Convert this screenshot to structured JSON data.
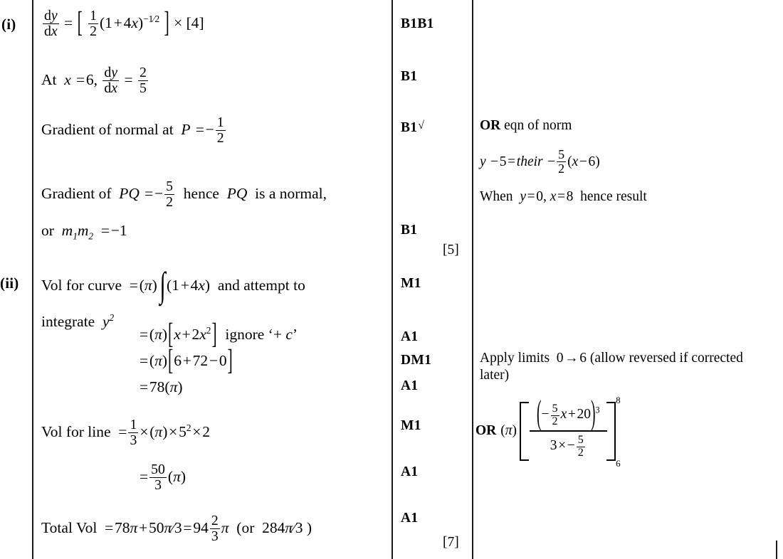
{
  "document": {
    "type": "mark-scheme",
    "parts": [
      {
        "label": "(i)",
        "total": "[5]",
        "lines": [
          {
            "id": "i-l1",
            "text": "dy/dx = [ 1/2 (1 + 4x)^(-1/2) ] × [4]"
          },
          {
            "id": "i-l2",
            "text": "At x = 6, dy/dx = 2/5"
          },
          {
            "id": "i-l3",
            "text": "Gradient of normal at P = -1/2"
          },
          {
            "id": "i-l4",
            "text": "Gradient of PQ = -5/2 hence PQ is a normal,"
          },
          {
            "id": "i-l5",
            "text": "or m₁m₂ = -1"
          }
        ],
        "marks": [
          {
            "id": "i-m1",
            "label": "B1B1"
          },
          {
            "id": "i-m2",
            "label": "B1"
          },
          {
            "id": "i-m3",
            "label": "B1",
            "tick": "√"
          },
          {
            "id": "i-m4",
            "label": "B1"
          }
        ],
        "notes": [
          {
            "id": "i-n1",
            "bold": "OR",
            "text": " eqn of norm"
          },
          {
            "id": "i-n2",
            "text": "y - 5 = their - 5/2 (x - 6)"
          },
          {
            "id": "i-n3",
            "text": "When y = 0, x = 8 hence result"
          }
        ]
      },
      {
        "label": "(ii)",
        "total": "[7]",
        "lines": [
          {
            "id": "ii-l1",
            "text": "Vol for curve = (π) ∫(1 + 4x) and attempt to"
          },
          {
            "id": "ii-l2",
            "text": "integrate y²"
          },
          {
            "id": "ii-l3",
            "text": "= (π)[x + 2x²] ignore '+ c'"
          },
          {
            "id": "ii-l4",
            "text": "= (π)[6 + 72 - 0]"
          },
          {
            "id": "ii-l5",
            "text": "= 78(π)"
          },
          {
            "id": "ii-l6",
            "text": "Vol for line = 1/3 × (π) × 5² × 2"
          },
          {
            "id": "ii-l7",
            "text": "= 50/3 (π)"
          },
          {
            "id": "ii-l8",
            "text": "Total Vol = 78π + 50π/3 = 94 2/3 π (or 284π/3 )"
          }
        ],
        "marks": [
          {
            "id": "ii-m1",
            "label": "M1"
          },
          {
            "id": "ii-m2",
            "label": "A1"
          },
          {
            "id": "ii-m3",
            "label": "DM1"
          },
          {
            "id": "ii-m4",
            "label": "A1"
          },
          {
            "id": "ii-m5",
            "label": "M1"
          },
          {
            "id": "ii-m6",
            "label": "A1"
          },
          {
            "id": "ii-m7",
            "label": "A1"
          }
        ],
        "notes": [
          {
            "id": "ii-n1",
            "text": "Apply limits 0 → 6 (allow reversed if corrected later)"
          },
          {
            "id": "ii-n2",
            "bold": "OR",
            "text": " (π) [ ( -5/2 x + 20 )³ / ( 3 × -5/2 ) ] from 6 to 8"
          }
        ]
      }
    ]
  },
  "math": {
    "dy": "dy",
    "dx": "dx",
    "one": "1",
    "two": "2",
    "three": "3",
    "five": "5",
    "six": "6",
    "eight": "8",
    "twenty": "20",
    "fifty": "50",
    "seventytwo": "72",
    "seventyeight": "78",
    "ninetyfour": "94",
    "twoeightfour": "284",
    "zero": "0",
    "pi": "π",
    "integral": "∫",
    "times": "×",
    "minus": "−",
    "plus": "+",
    "equals": "=",
    "arrow": "→",
    "lbrack": "[",
    "rbrack": "]",
    "lparen": "(",
    "rparen": ")",
    "exp_neg_half": "−1⁄2"
  },
  "labels": {
    "at": "At",
    "x": "x",
    "y": "y",
    "c": "c",
    "P": "P",
    "PQ": "PQ",
    "m": "m",
    "gradient_of_normal_at": "Gradient of normal at",
    "gradient_of": "Gradient of",
    "hence_pq_is_a_normal": "hence",
    "is_a_normal": "is a normal,",
    "or": "or",
    "vol_for_curve": "Vol for curve",
    "and_attempt_to": "and attempt to",
    "integrate": "integrate",
    "ignore": "ignore",
    "quote_open": "‘",
    "quote_close": "’",
    "vol_for_line": "Vol for line",
    "total_vol": "Total Vol",
    "or_paren": "(or",
    "close_paren": ")",
    "eqn_of_norm": "eqn of norm",
    "their": "their",
    "when": "When",
    "hence_result": "hence result",
    "apply_limits": "Apply limits",
    "allow_reversed": "(allow reversed if",
    "corrected_later": "corrected later)",
    "or_bold": "OR"
  }
}
